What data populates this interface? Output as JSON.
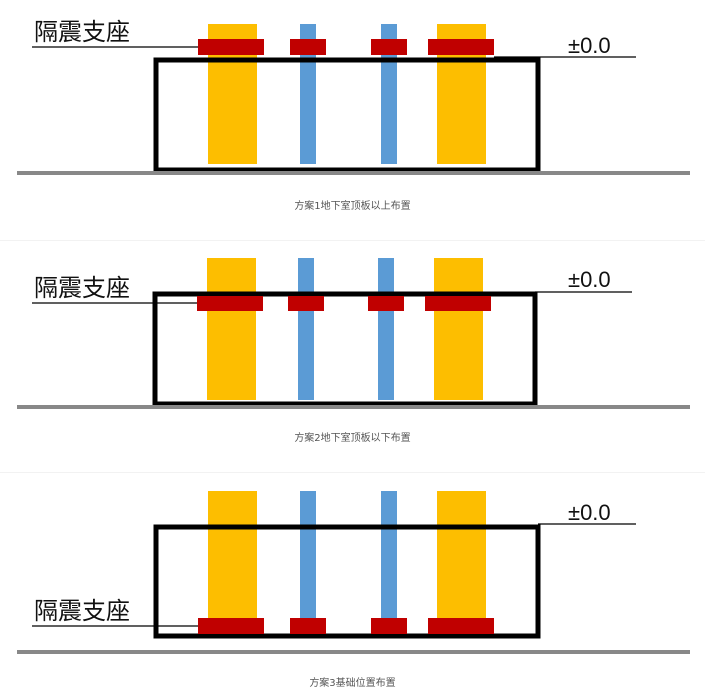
{
  "colors": {
    "column_wide": "#FDBE00",
    "column_narrow": "#5B9BD5",
    "bearing": "#C00000",
    "frame": "#000000",
    "caption": "#555555"
  },
  "panels": [
    {
      "bearing_label": "隔震支座",
      "level_label": "±0.0",
      "caption": "方案1地下室顶板以上布置",
      "bearing_position": "above-slab"
    },
    {
      "bearing_label": "隔震支座",
      "level_label": "±0.0",
      "caption": "方案2地下室顶板以下布置",
      "bearing_position": "below-slab"
    },
    {
      "bearing_label": "隔震支座",
      "level_label": "±0.0",
      "caption": "方案3基础位置布置",
      "bearing_position": "foundation"
    }
  ]
}
